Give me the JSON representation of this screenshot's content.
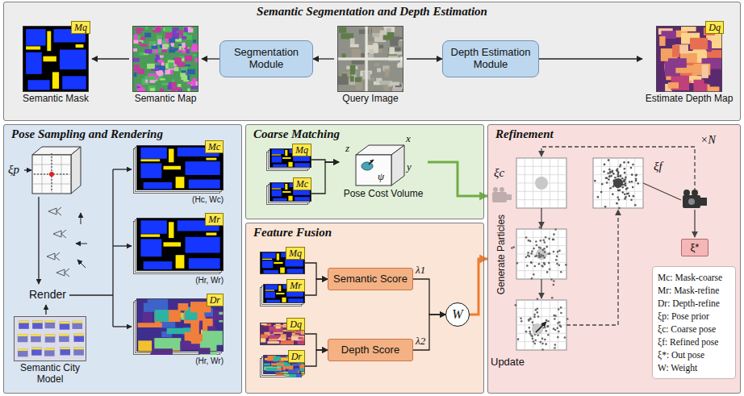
{
  "diagram": {
    "nodes": [
      {
        "text": [
          "Semantic Segmentation and Depth Estimation"
        ]
      },
      {
        "text": [
          "Mq",
          "Semantic Mask"
        ],
        "in": 0
      },
      {
        "text": [
          "Semantic Map"
        ],
        "in": 0
      },
      {
        "text": [
          "Segmentation Module"
        ],
        "in": 0
      },
      {
        "text": [
          "Query Image"
        ],
        "in": 0
      },
      {
        "text": [
          "Depth Estimation Module"
        ],
        "in": 0
      },
      {
        "text": [
          "Dq",
          "Estimate Depth Map"
        ],
        "in": 0
      },
      {
        "text": [
          "Pose Sampling and Rendering"
        ]
      },
      {
        "text": [
          "Mc",
          "(Hc, Wc)"
        ],
        "in": 7
      },
      {
        "text": [
          "Mr",
          "(Hr, Wr)"
        ],
        "in": 7
      },
      {
        "text": [
          "Dr",
          "(Hr, Wr)"
        ],
        "in": 7
      },
      {
        "text": [
          "Semantic City Model"
        ],
        "in": 7
      },
      {
        "text": [
          "Coarse Matching"
        ]
      },
      {
        "text": [
          "Mq"
        ],
        "in": 12
      },
      {
        "text": [
          "Mc"
        ],
        "in": 12
      },
      {
        "text": [
          "Pose Cost Volume"
        ],
        "in": 12
      },
      {
        "text": [
          "Feature Fusion"
        ]
      },
      {
        "text": [
          "Mq"
        ],
        "in": 16
      },
      {
        "text": [
          "Mr"
        ],
        "in": 16
      },
      {
        "text": [
          "Semantic Score"
        ],
        "in": 16
      },
      {
        "text": [
          "Dq"
        ],
        "in": 16
      },
      {
        "text": [
          "Dr"
        ],
        "in": 16
      },
      {
        "text": [
          "Depth Score"
        ],
        "in": 16
      },
      {
        "text": [
          "W"
        ],
        "in": 16
      },
      {
        "text": [
          "Refinement"
        ]
      },
      {
        "text": [
          "ξ*"
        ],
        "in": 24
      },
      {
        "text": [
          "Mc: Mask-coarse",
          "Mr: Mask-refine",
          "Dr: Depth-refine",
          "ξp: Pose prior",
          "ξc: Coarse pose",
          "ξf: Refined pose",
          "ξ*: Out pose",
          "W: Weight"
        ],
        "in": 24
      }
    ],
    "edges": [
      {
        "from": 4,
        "to": 3,
        "arrow": "to"
      },
      {
        "from": 3,
        "to": 2,
        "arrow": "to"
      },
      {
        "from": 2,
        "to": 1,
        "arrow": "to"
      },
      {
        "from": 4,
        "to": 5,
        "arrow": "to"
      },
      {
        "from": 5,
        "to": 6,
        "arrow": "to"
      },
      {
        "from": 13,
        "to": 15,
        "arrow": "to"
      },
      {
        "from": 14,
        "to": 15,
        "arrow": "to"
      },
      {
        "from": 15,
        "to": 24,
        "arrow": "to"
      },
      {
        "from": 17,
        "to": 19,
        "arrow": "to"
      },
      {
        "from": 18,
        "to": 19,
        "arrow": "to"
      },
      {
        "from": 20,
        "to": 22,
        "arrow": "to"
      },
      {
        "from": 21,
        "to": 22,
        "arrow": "to"
      },
      {
        "from": 19,
        "to": 23,
        "label": "λ1",
        "arrow": "to"
      },
      {
        "from": 22,
        "to": 23,
        "label": "λ2",
        "arrow": "to"
      },
      {
        "from": 23,
        "to": 24,
        "arrow": "to"
      }
    ],
    "labels": [
      "ξp",
      "Render",
      "z",
      "x",
      "y",
      "ψ",
      "×N",
      "ξc",
      "Generate Particles",
      "Update",
      "ξf"
    ]
  }
}
